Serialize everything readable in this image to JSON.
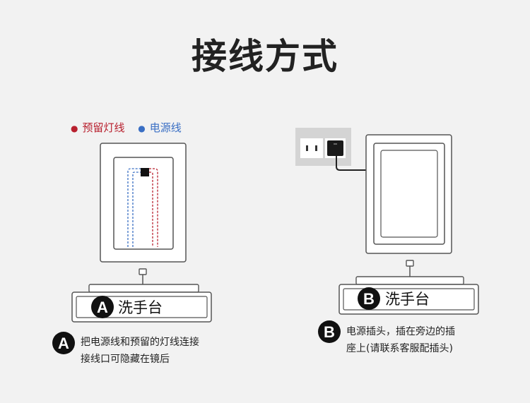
{
  "title": "接线方式",
  "legend": {
    "items": [
      {
        "label": "预留灯线",
        "color": "#b8202e"
      },
      {
        "label": "电源线",
        "color": "#3a6fc4"
      }
    ]
  },
  "left": {
    "badge": "A",
    "basin_label": "洗手台",
    "caption_lines": [
      "把电源线和预留的灯线连接",
      "接线口可隐藏在镜后"
    ]
  },
  "right": {
    "badge": "B",
    "basin_label": "洗手台",
    "caption_lines": [
      "电源插头，插在旁边的插",
      "座上(请联系客服配插头)"
    ]
  },
  "colors": {
    "background": "#f2f2f2",
    "outline": "#555555",
    "fill": "#ffffff",
    "badge": "#111111",
    "wire_red": "#b8202e",
    "wire_blue": "#3a6fc4"
  }
}
